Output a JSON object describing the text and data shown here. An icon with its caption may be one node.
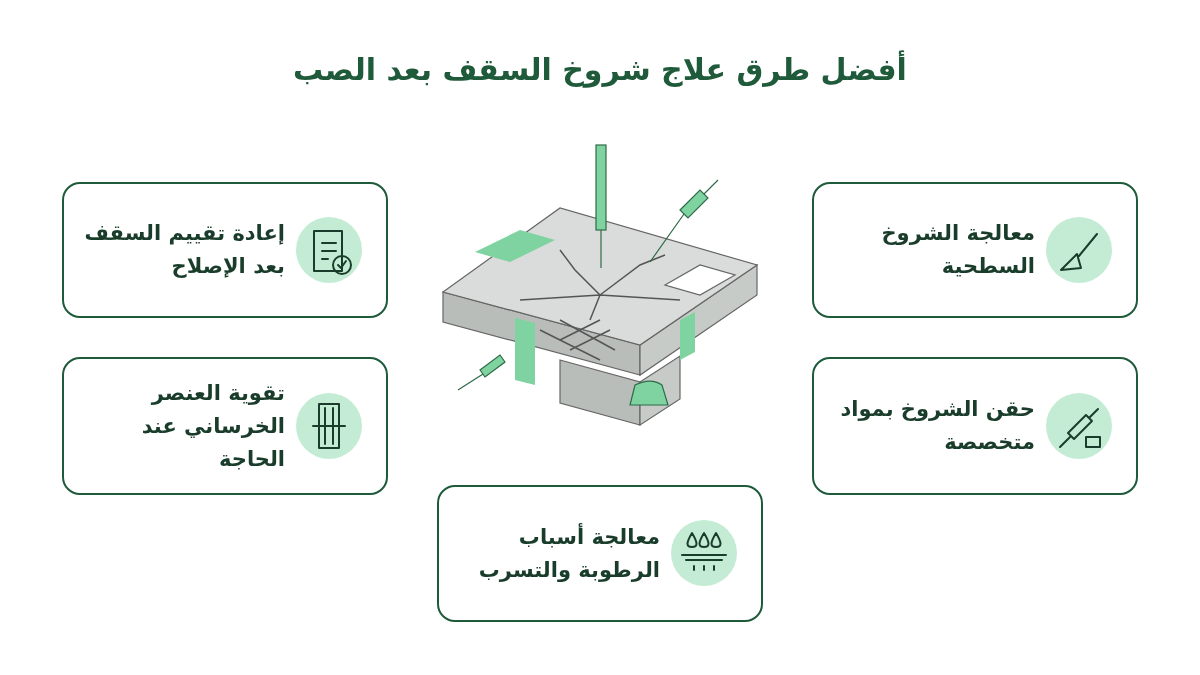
{
  "diagram": {
    "title": "أفضل طرق علاج شروخ السقف بعد الصب",
    "nodes": [
      {
        "text": [
          "معالجة الشروخ السطحية"
        ]
      },
      {
        "text": [
          "إعادة تقييم السقف بعد الإصلاح"
        ]
      },
      {
        "text": [
          "حقن الشروخ بمواد متخصصة"
        ]
      },
      {
        "text": [
          "تقوية العنصر الخرساني عند الحاجة"
        ]
      },
      {
        "text": [
          "معالجة أسباب الرطوبة والتسرب"
        ]
      }
    ]
  }
}
